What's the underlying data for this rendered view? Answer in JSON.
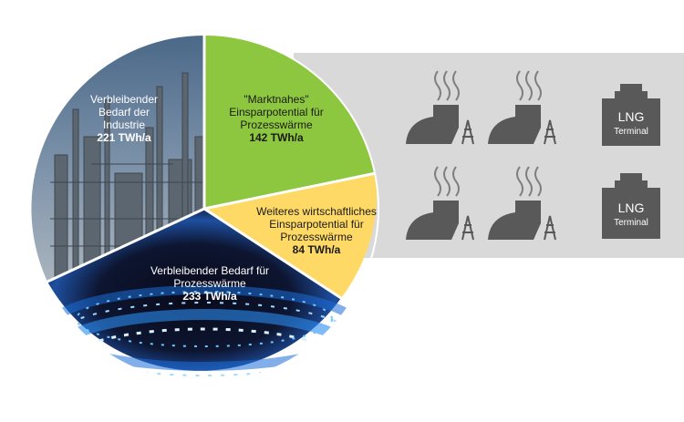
{
  "segments": [
    {
      "id": "industry",
      "line1": "Verbleibender",
      "line2": "Bedarf der",
      "line3": "Industrie",
      "value": "221 TWh/a"
    },
    {
      "id": "market",
      "line1": "\"Marktnahes\"",
      "line2": "Einsparpotential für",
      "line3": "Prozesswärme",
      "value": "142 TWh/a"
    },
    {
      "id": "further",
      "line1": "Weiteres wirtschaftliches",
      "line2": "Einsparpotential für",
      "line3": "Prozesswärme",
      "value": "84 TWh/a"
    },
    {
      "id": "process",
      "line1": "Verbleibender Bedarf für",
      "line2": "Prozesswärme",
      "value": "233 TWh/a"
    }
  ],
  "lng": [
    {
      "big": "LNG",
      "small": "Terminal"
    },
    {
      "big": "LNG",
      "small": "Terminal"
    }
  ],
  "colors": {
    "green": "#8dc63f",
    "yellow": "#ffd966",
    "panel": "#d9d9d9",
    "icon": "#595959"
  }
}
